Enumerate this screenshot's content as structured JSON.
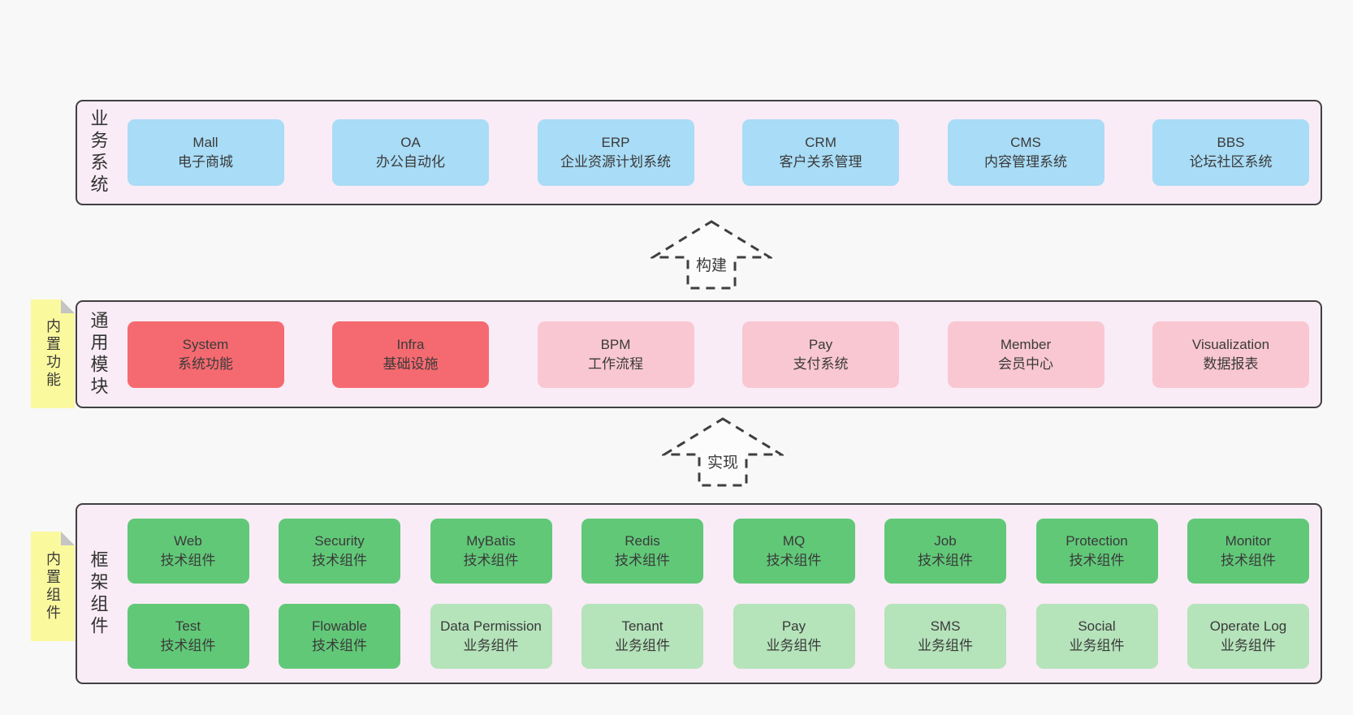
{
  "colors": {
    "page_bg": "#f8f8f8",
    "band_bg": "#f9ecf6",
    "band_border": "#404040",
    "blue_box": "#a9dcf6",
    "red_box": "#f56a70",
    "pink_box": "#f9c7d1",
    "green_box": "#61c878",
    "light_green_box": "#b5e3ba",
    "note_yellow": "#fbf99e",
    "note_fold_gray": "#c4c4c4",
    "text": "#3a3a3a"
  },
  "bands": [
    {
      "label": "业务系统",
      "boxes": [
        {
          "en": "Mall",
          "zh": "电子商城"
        },
        {
          "en": "OA",
          "zh": "办公自动化"
        },
        {
          "en": "ERP",
          "zh": "企业资源计划系统"
        },
        {
          "en": "CRM",
          "zh": "客户关系管理"
        },
        {
          "en": "CMS",
          "zh": "内容管理系统"
        },
        {
          "en": "BBS",
          "zh": "论坛社区系统"
        }
      ]
    },
    {
      "label": "通用模块",
      "note": "内置功能",
      "boxes": [
        {
          "en": "System",
          "zh": "系统功能"
        },
        {
          "en": "Infra",
          "zh": "基础设施"
        },
        {
          "en": "BPM",
          "zh": "工作流程"
        },
        {
          "en": "Pay",
          "zh": "支付系统"
        },
        {
          "en": "Member",
          "zh": "会员中心"
        },
        {
          "en": "Visualization",
          "zh": "数据报表"
        }
      ]
    },
    {
      "label": "框架组件",
      "note": "内置组件",
      "rows": [
        [
          {
            "en": "Web",
            "zh": "技术组件"
          },
          {
            "en": "Security",
            "zh": "技术组件"
          },
          {
            "en": "MyBatis",
            "zh": "技术组件"
          },
          {
            "en": "Redis",
            "zh": "技术组件"
          },
          {
            "en": "MQ",
            "zh": "技术组件"
          },
          {
            "en": "Job",
            "zh": "技术组件"
          },
          {
            "en": "Protection",
            "zh": "技术组件"
          },
          {
            "en": "Monitor",
            "zh": "技术组件"
          }
        ],
        [
          {
            "en": "Test",
            "zh": "技术组件"
          },
          {
            "en": "Flowable",
            "zh": "技术组件"
          },
          {
            "en": "Data Permission",
            "zh": "业务组件"
          },
          {
            "en": "Tenant",
            "zh": "业务组件"
          },
          {
            "en": "Pay",
            "zh": "业务组件"
          },
          {
            "en": "SMS",
            "zh": "业务组件"
          },
          {
            "en": "Social",
            "zh": "业务组件"
          },
          {
            "en": "Operate Log",
            "zh": "业务组件"
          }
        ]
      ]
    }
  ],
  "arrows": [
    {
      "label": "构建"
    },
    {
      "label": "实现"
    }
  ]
}
